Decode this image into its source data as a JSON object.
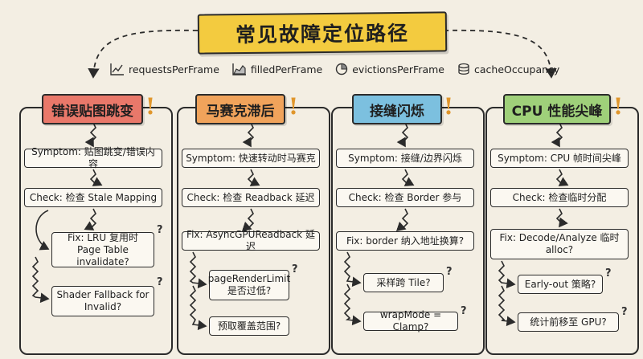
{
  "title": "常见故障定位路径",
  "legend": [
    {
      "icon": "line-chart-icon",
      "label": "requestsPerFrame"
    },
    {
      "icon": "area-chart-icon",
      "label": "filledPerFrame"
    },
    {
      "icon": "pie-chart-icon",
      "label": "evictionsPerFrame"
    },
    {
      "icon": "database-icon",
      "label": "cacheOccupancy"
    }
  ],
  "columns": [
    {
      "title": "错误贴图跳变",
      "title_color": "#e9786a",
      "symptom": "Symptom: 贴图跳变/错误内容",
      "check": "Check: 检查 Stale Mapping",
      "fix": "Fix: LRU 复用时 Page Table invalidate?",
      "sub": [
        "Shader Fallback for Invalid?"
      ],
      "question_mark": "?"
    },
    {
      "title": "马赛克滞后",
      "title_color": "#f0a35b",
      "symptom": "Symptom: 快速转动时马赛克",
      "check": "Check: 检查 Readback 延迟",
      "fix": "Fix: AsyncGPUReadback 延迟",
      "sub": [
        "pageRenderLimit 是否过低?",
        "预取覆盖范围?"
      ],
      "question_mark": "?"
    },
    {
      "title": "接缝闪烁",
      "title_color": "#7cc0df",
      "symptom": "Symptom: 接缝/边界闪烁",
      "check": "Check: 检查 Border 参与",
      "fix": "Fix: border 纳入地址换算?",
      "sub": [
        "采样跨 Tile?",
        "wrapMode = Clamp?"
      ],
      "question_mark": "?"
    },
    {
      "title": "CPU 性能尖峰",
      "title_color": "#9fd07a",
      "symptom": "Symptom: CPU 帧时间尖峰",
      "check": "Check: 检查临时分配",
      "fix": "Fix: Decode/Analyze 临时 alloc?",
      "sub": [
        "Early-out 策略?",
        "统计前移至 GPU?"
      ],
      "question_mark": "?"
    }
  ],
  "bang": "!"
}
